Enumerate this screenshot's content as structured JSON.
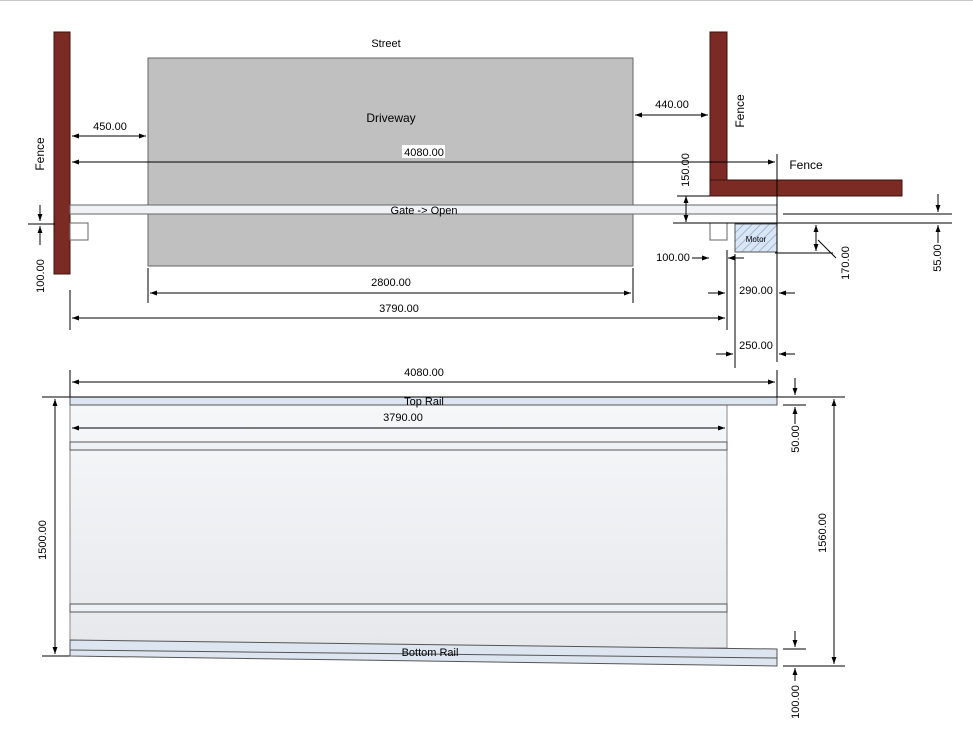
{
  "labels": {
    "street": "Street",
    "driveway": "Driveway",
    "fence_left": "Fence",
    "fence_mid": "Fence",
    "fence_right": "Fence",
    "gate": "Gate -> Open",
    "motor": "Motor",
    "top_rail": "Top Rail",
    "bottom_rail": "Bottom Rail"
  },
  "dimensions": {
    "d450": "450.00",
    "d440": "440.00",
    "d4080_top": "4080.00",
    "d150": "150.00",
    "d55": "55.00",
    "d170": "170.00",
    "d100_left": "100.00",
    "d100_right": "100.00",
    "d2800": "2800.00",
    "d290": "290.00",
    "d3790_top": "3790.00",
    "d250": "250.00",
    "d4080_bottom": "4080.00",
    "d3790_bottom": "3790.00",
    "d50": "50.00",
    "d1500": "1500.00",
    "d1560": "1560.00",
    "d100_bottom": "100.00"
  },
  "colors": {
    "fence": "#7b2a24",
    "driveway": "#c0c0c0",
    "motor_fill": "#c9d9ee",
    "rail": "#dde6f0",
    "panel": "#eef0f4"
  }
}
